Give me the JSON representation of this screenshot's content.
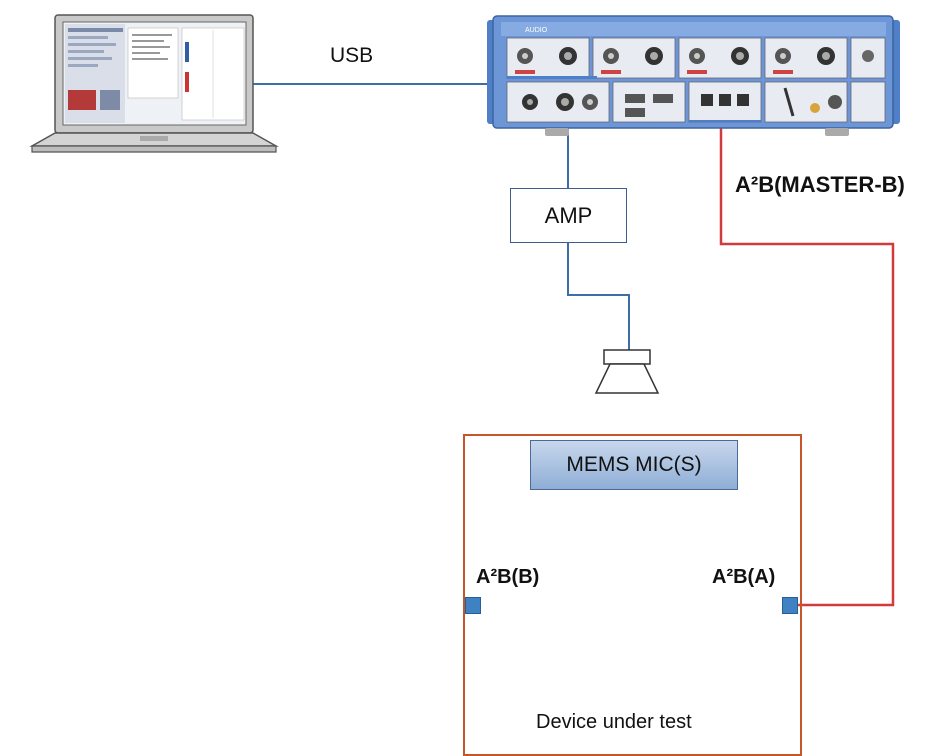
{
  "labels": {
    "usb": "USB",
    "amp": "AMP",
    "master_b": "A²B(MASTER-B)",
    "mems_mic": "MEMS MIC(S)",
    "a2b_b": "A²B(B)",
    "a2b_a": "A²B(A)",
    "device_under_test": "Device under test"
  },
  "colors": {
    "usb_cable": "#3e6ea8",
    "audio_cable": "#3e6ea8",
    "a2b_cable": "#d23b3b",
    "dut_border": "#c8552a",
    "port": "#3f82c4",
    "analyzer_body": "#6d96d6"
  },
  "icons": {
    "computer": "laptop-icon",
    "analyzer": "audio-analyzer-icon",
    "speaker": "loudspeaker-icon"
  }
}
